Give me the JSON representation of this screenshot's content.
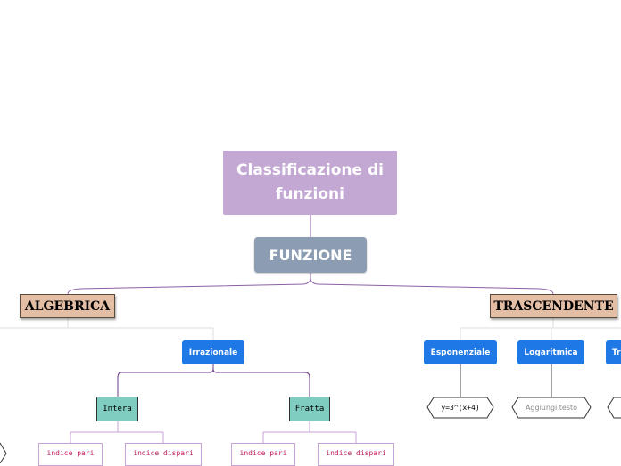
{
  "title": "Classificazione di funzioni",
  "root": "FUNZIONE",
  "algebrica": {
    "label": "ALGEBRICA",
    "irrazionale": {
      "label": "Irrazionale",
      "intera": {
        "label": "Intera",
        "children": [
          "indice pari",
          "indice dispari"
        ]
      },
      "fratta": {
        "label": "Fratta",
        "children": [
          "indice pari",
          "indice dispari"
        ]
      }
    }
  },
  "trascendente": {
    "label": "TRASCENDENTE",
    "esponenziale": {
      "label": "Esponenziale",
      "example": "y=3^(x+4)"
    },
    "logaritmica": {
      "label": "Logaritmica",
      "placeholder": "Aggiungi testo"
    },
    "third_partial": "Tr"
  },
  "colors": {
    "title_bg": "#c3a8d4",
    "root_bg": "#8c9db3",
    "main_bg": "#e3bda4",
    "blue_bg": "#1e78e6",
    "green_bg": "#7ecdc0",
    "leaf_text": "#c0185c",
    "link": "#8a5fa5"
  }
}
